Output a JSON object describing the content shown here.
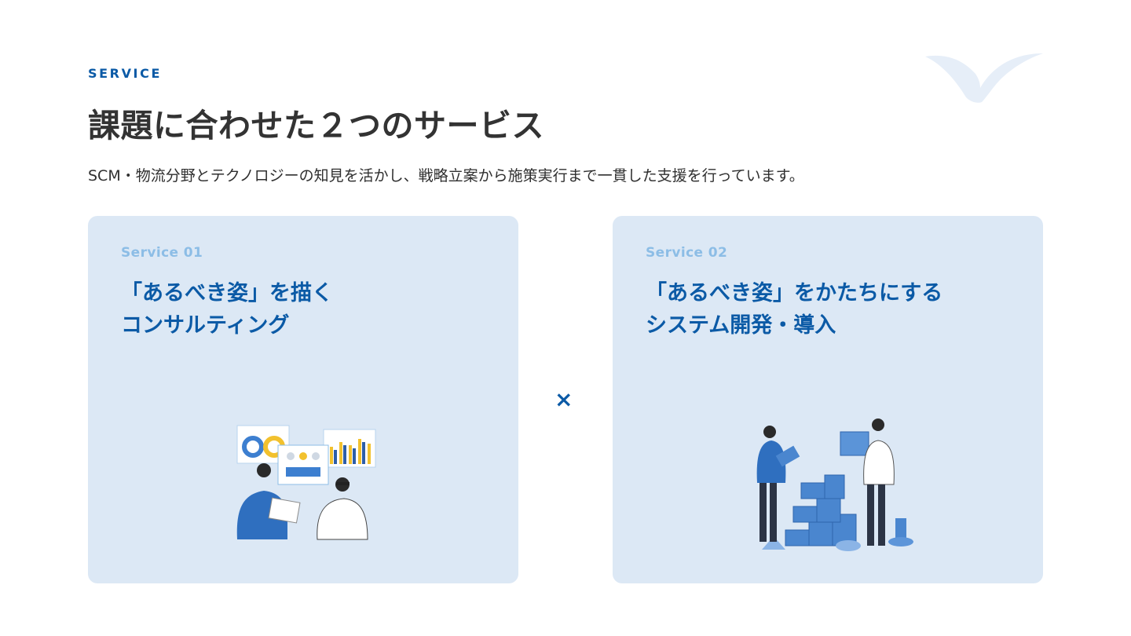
{
  "section": {
    "eyebrow": "SERVICE",
    "title": "課題に合わせた２つのサービス",
    "lead": "SCM・物流分野とテクノロジーの知見を活かし、戦略立案から施策実行まで一貫した支援を行っています。"
  },
  "cards": [
    {
      "label": "Service 01",
      "heading_line1": "「あるべき姿」を描く",
      "heading_line2": "コンサルティング",
      "illustration": "consulting-illustration"
    },
    {
      "label": "Service 02",
      "heading_line1": "「あるべき姿」をかたちにする",
      "heading_line2": "システム開発・導入",
      "illustration": "system-development-illustration"
    }
  ],
  "connector": "×",
  "decoration": {
    "bird_icon": "bird-logo-icon"
  },
  "colors": {
    "accent": "#0b5aa6",
    "card_background": "#dce8f5",
    "label": "#8cbde6",
    "text": "#333333"
  }
}
